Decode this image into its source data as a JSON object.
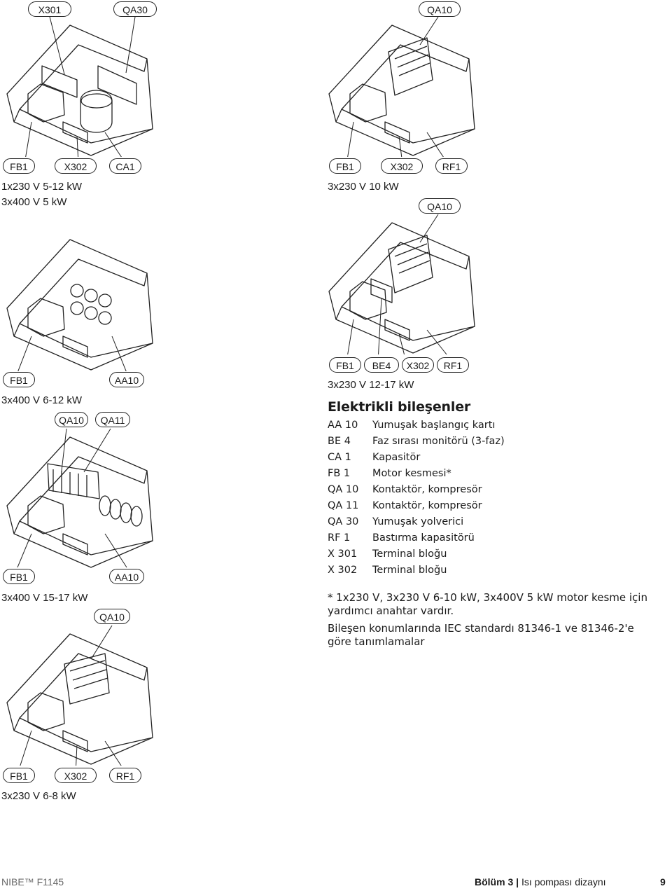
{
  "panels": [
    {
      "top_tags": [
        "X301",
        "QA30"
      ],
      "bottom_tags": [
        "FB1",
        "X302",
        "CA1"
      ],
      "captions": [
        "1x230 V 5-12 kW",
        "3x400 V 5 kW"
      ]
    },
    {
      "top_tags": [
        "QA10"
      ],
      "bottom_tags": [
        "FB1",
        "X302",
        "RF1"
      ],
      "captions": [
        "3x230 V 10 kW"
      ]
    },
    {
      "top_tags": [
        "QA10"
      ],
      "bottom_tags": [
        "FB1",
        "BE4",
        "X302",
        "RF1"
      ],
      "captions": [
        "3x230 V 12-17 kW"
      ]
    },
    {
      "top_tags": [],
      "bottom_tags": [
        "FB1",
        "AA10"
      ],
      "captions": [
        "3x400 V 6-12 kW"
      ]
    },
    {
      "top_tags": [
        "QA10",
        "QA11"
      ],
      "bottom_tags": [
        "FB1",
        "AA10"
      ],
      "captions": [
        "3x400 V 15-17 kW"
      ]
    },
    {
      "top_tags": [
        "QA10"
      ],
      "bottom_tags": [
        "FB1",
        "X302",
        "RF1"
      ],
      "captions": [
        "3x230 V 6-8 kW"
      ]
    }
  ],
  "legend": {
    "title": "Elektrikli bileşenler",
    "items": [
      {
        "code": "AA 10",
        "desc": "Yumuşak başlangıç kartı"
      },
      {
        "code": "BE 4",
        "desc": "Faz sırası monitörü (3-faz)"
      },
      {
        "code": "CA 1",
        "desc": "Kapasitör"
      },
      {
        "code": "FB 1",
        "desc": "Motor kesmesi*"
      },
      {
        "code": "QA 10",
        "desc": "Kontaktör, kompresör"
      },
      {
        "code": "QA 11",
        "desc": "Kontaktör, kompresör"
      },
      {
        "code": "QA 30",
        "desc": "Yumuşak yolverici"
      },
      {
        "code": "RF 1",
        "desc": "Bastırma kapasitörü"
      },
      {
        "code": "X 301",
        "desc": "Terminal bloğu"
      },
      {
        "code": "X 302",
        "desc": "Terminal bloğu"
      }
    ],
    "note1": "* 1x230 V, 3x230 V 6-10 kW, 3x400V 5 kW motor kesme için yardımcı anahtar vardır.",
    "note2": "Bileşen konumlarında IEC standardı 81346-1 ve 81346-2'e göre tanımlamalar"
  },
  "footer": {
    "brand": "NIBE™ F1145",
    "chapter": "Bölüm 3",
    "separator": "|",
    "section": "Isı pompası dizaynı",
    "page": "9"
  },
  "colors": {
    "ink": "#1a1a1a",
    "line": "#222222",
    "footer": "#6a6a6a"
  }
}
